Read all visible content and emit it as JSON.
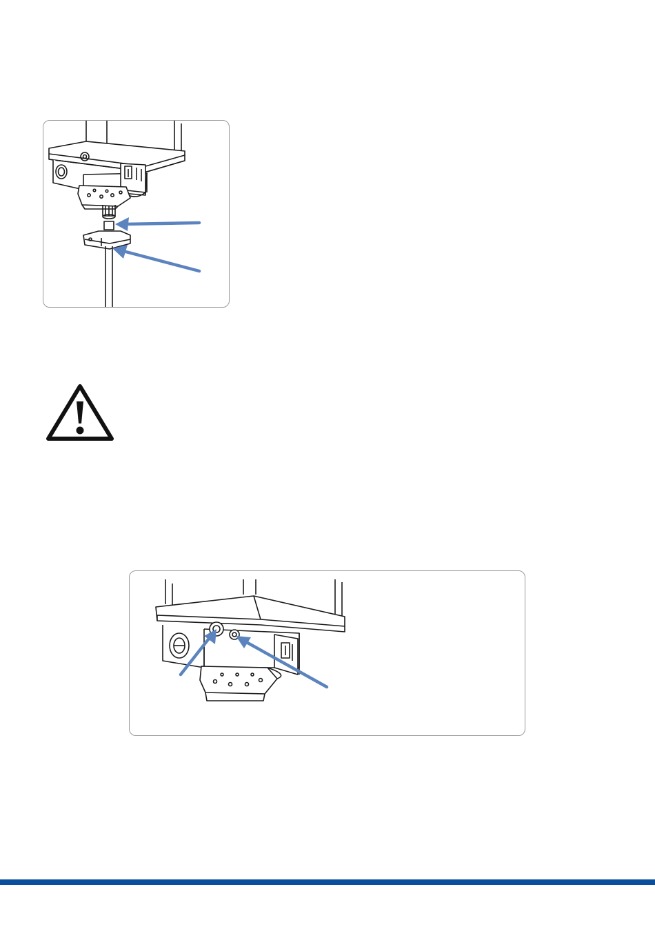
{
  "figures": [
    {
      "id": "figure-1",
      "description_icons": [
        "actuator-bottom-illustration",
        "arrow-icon",
        "arrow-icon"
      ]
    },
    {
      "id": "figure-2",
      "description_icons": [
        "actuator-side-illustration",
        "arrow-icon",
        "arrow-icon"
      ]
    }
  ],
  "warning": {
    "icon": "warning-triangle-icon"
  },
  "colors": {
    "arrow": "#5b84bf",
    "panel_border": "#9a9a9a",
    "footer_bar": "#0a4f9c",
    "line_art": "#1a1a1a"
  }
}
